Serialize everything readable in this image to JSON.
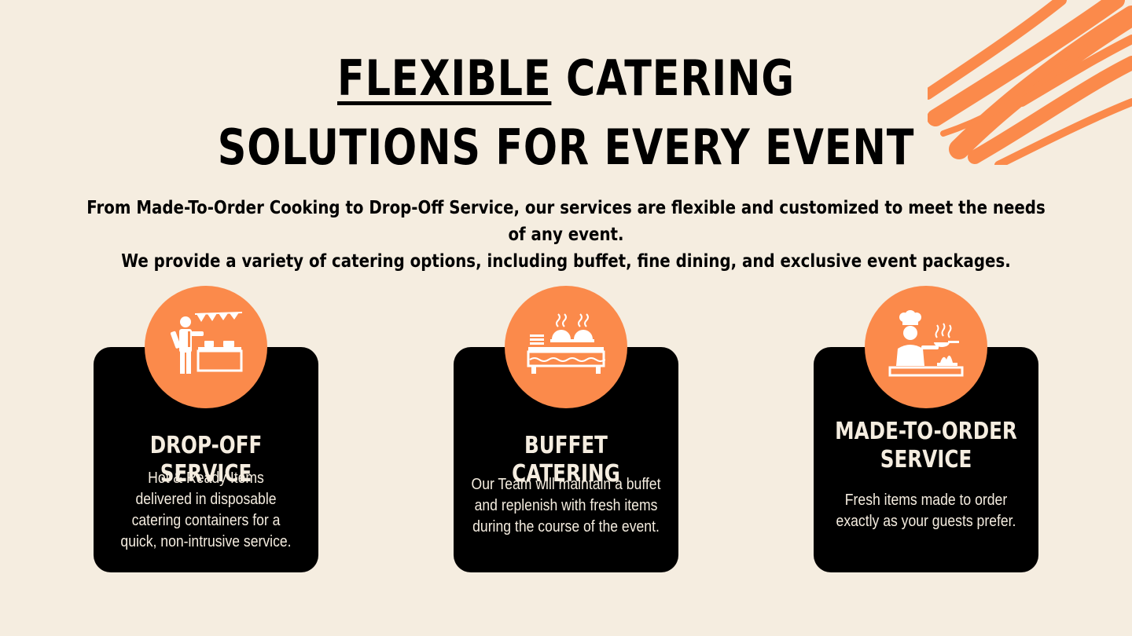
{
  "header": {
    "title_emphasis": "FLEXIBLE",
    "title_line1_rest": " CATERING",
    "title_line2": "SOLUTIONS FOR EVERY EVENT",
    "subtitle_line1": "From Made-To-Order Cooking to Drop-Off Service, our services are flexible and customized to meet the needs of any event.",
    "subtitle_line2": "We provide a variety of catering options, including buffet, fine dining, and exclusive event packages."
  },
  "services": [
    {
      "icon": "waiter-party-icon",
      "title_lines": [
        "DROP-OFF SERVICE"
      ],
      "desc_lines": [
        "Hot & Ready Items",
        "delivered in disposable",
        "catering containers for a",
        "quick, non-intrusive service."
      ]
    },
    {
      "icon": "buffet-table-icon",
      "title_lines": [
        "BUFFET CATERING"
      ],
      "desc_lines": [
        "Our Team will maintain a buffet",
        "and replenish with fresh items",
        "during the course of the event."
      ]
    },
    {
      "icon": "chef-cooking-icon",
      "title_lines": [
        "MADE-TO-ORDER",
        "SERVICE"
      ],
      "desc_lines": [
        "Fresh items made to order",
        "exactly as your guests prefer."
      ]
    }
  ],
  "colors": {
    "background": "#f5ede0",
    "accent": "#fb8a4b",
    "card": "#000000",
    "card_text": "#f5ede0"
  }
}
